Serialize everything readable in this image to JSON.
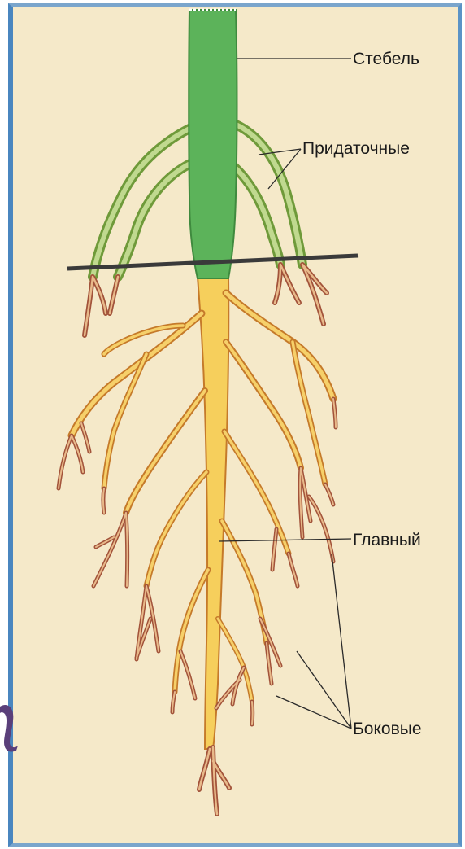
{
  "diagram": {
    "labels": {
      "stem": "Стебель",
      "adventitious": "Придаточные",
      "main": "Главный",
      "lateral": "Боковые"
    },
    "colors": {
      "background": "#f5e9c9",
      "frame": "#4a86bf",
      "stem": "#5cb35a",
      "adventitious_roots": "#9fc36a",
      "main_root": "#f6cf5c",
      "lateral_tips": "#b2634a",
      "ground_line": "#3a3a3a"
    }
  }
}
